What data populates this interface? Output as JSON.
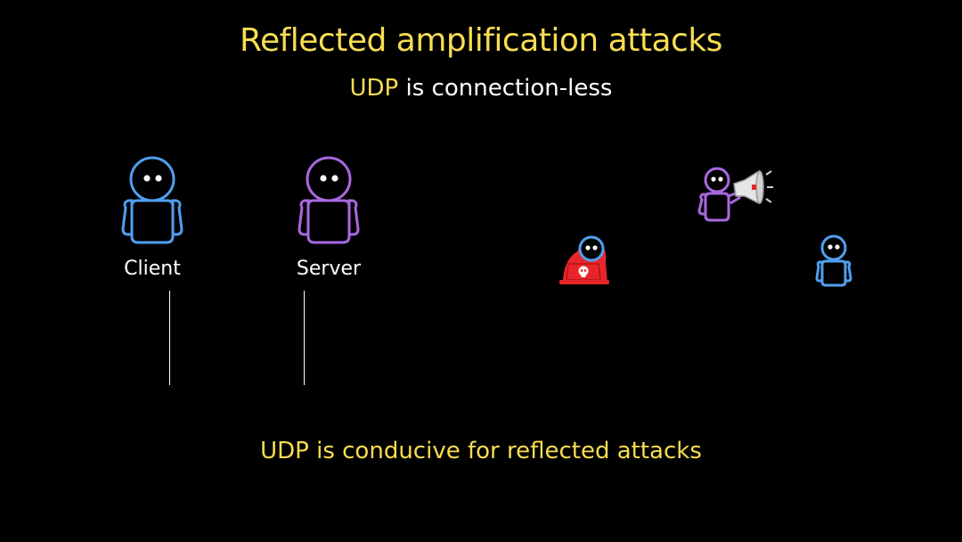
{
  "slide": {
    "title": "Reflected amplification attacks",
    "subtitle": {
      "highlight": "UDP",
      "rest": " is connection-less"
    },
    "bottom_note": "UDP is conducive for reflected attacks"
  },
  "actors": {
    "client": {
      "label": "Client",
      "color": "#4f9ff0"
    },
    "server": {
      "label": "Server",
      "color": "#a868e0"
    },
    "attacker": {
      "icon": "hooded-hacker-laptop-icon",
      "color": "#e8262a"
    },
    "amplifier": {
      "icon": "person-megaphone-icon",
      "color": "#a868e0"
    },
    "victim": {
      "icon": "person-icon",
      "color": "#4f9ff0"
    }
  },
  "colors": {
    "background": "#000000",
    "accent_yellow": "#f9dd52",
    "text_white": "#ffffff"
  }
}
